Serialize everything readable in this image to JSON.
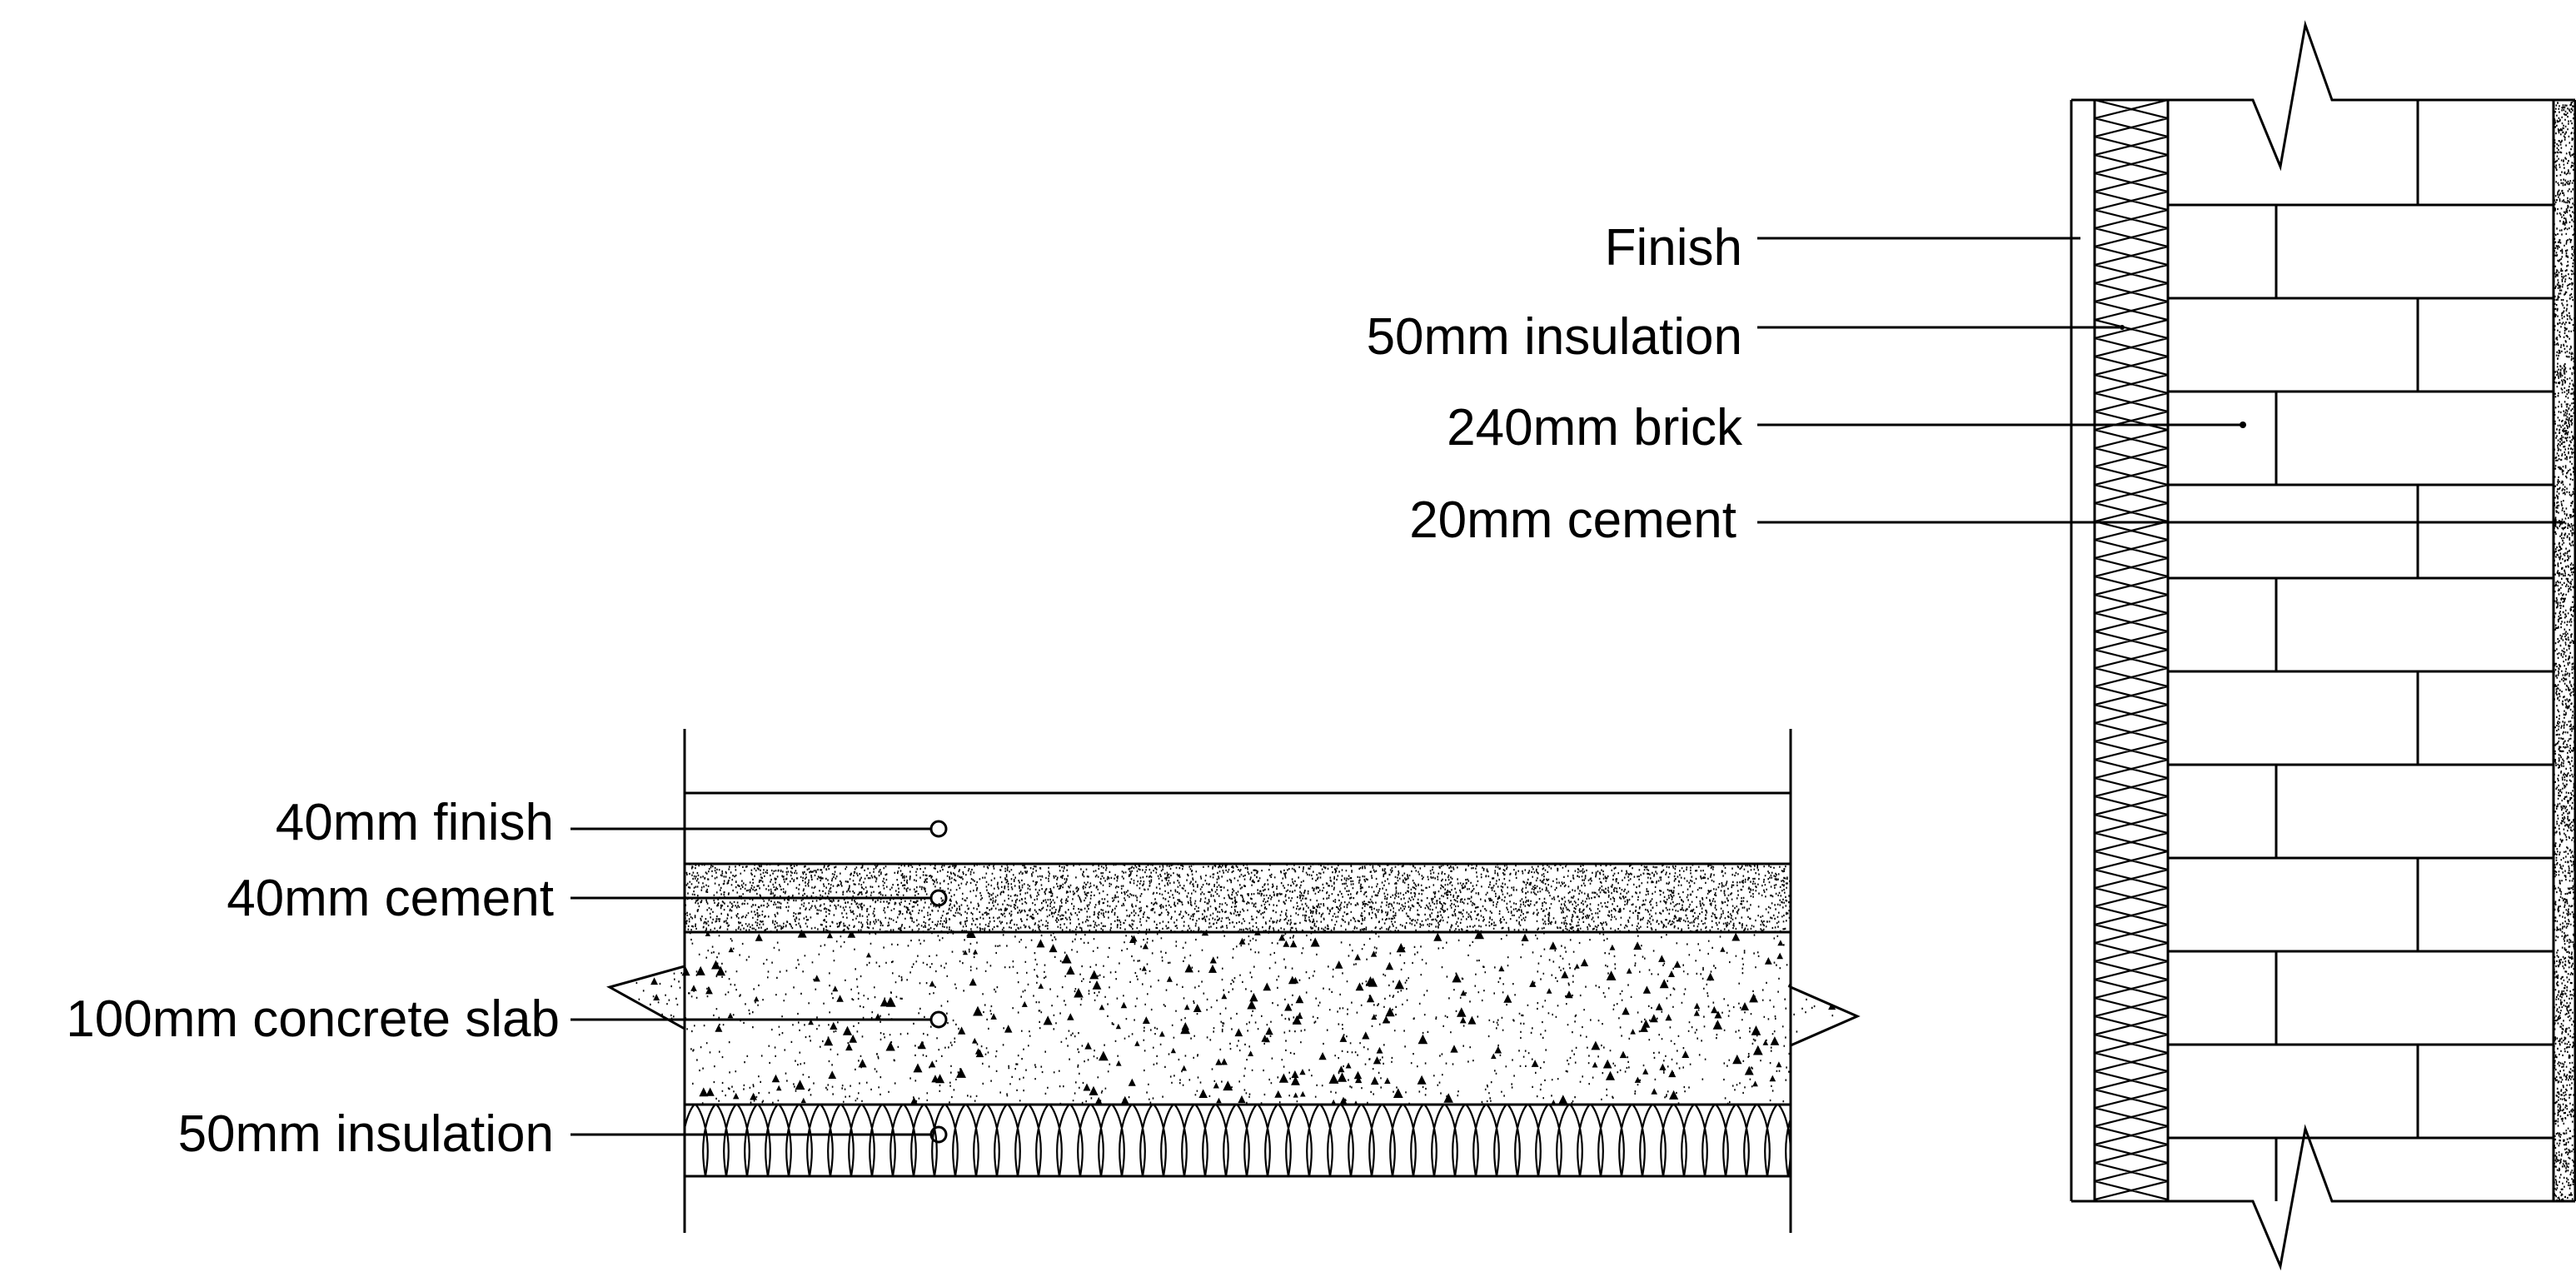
{
  "wall_section": {
    "labels": [
      {
        "id": "finish",
        "text": "Finish"
      },
      {
        "id": "insulation",
        "text": "50mm insulation"
      },
      {
        "id": "brick",
        "text": "240mm brick"
      },
      {
        "id": "cement",
        "text": "20mm cement"
      }
    ]
  },
  "floor_section": {
    "labels": [
      {
        "id": "finish",
        "text": "40mm finish"
      },
      {
        "id": "cement",
        "text": "40mm cement"
      },
      {
        "id": "slab",
        "text": "100mm concrete slab"
      },
      {
        "id": "insulation",
        "text": "50mm insulation"
      }
    ]
  },
  "colors": {
    "ink": "#000000",
    "paper": "#ffffff"
  }
}
